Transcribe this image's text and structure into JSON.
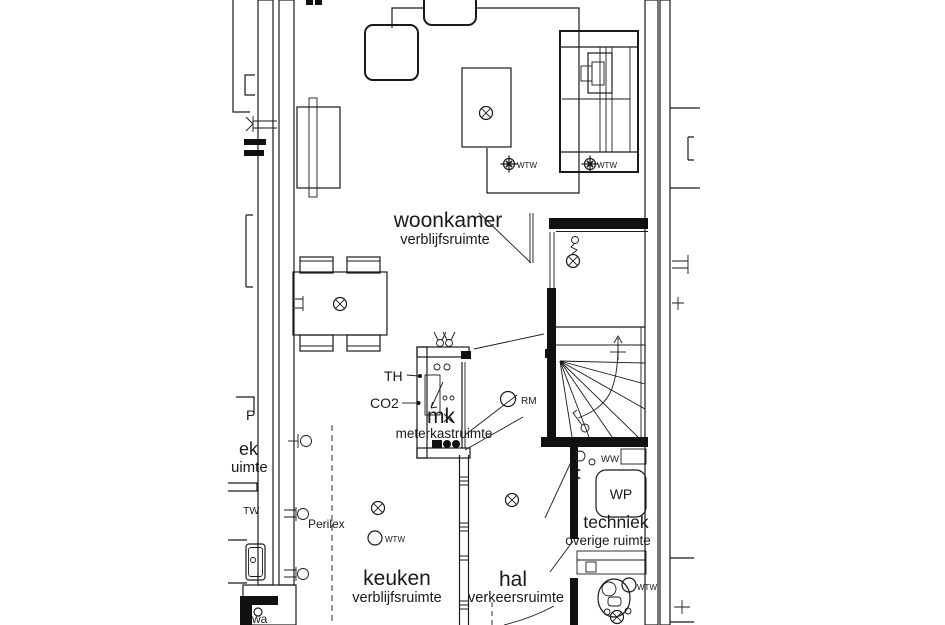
{
  "drawing": {
    "kind": "residential floor plan (Dutch)",
    "colors": {
      "line": "#1a1a1a",
      "background": "#ffffff",
      "wall_fill": "#111111"
    },
    "rooms": [
      {
        "id": "woonkamer",
        "name": "woonkamer",
        "category": "verblijfsruimte"
      },
      {
        "id": "keuken",
        "name": "keuken",
        "category": "verblijfsruimte"
      },
      {
        "id": "hal",
        "name": "hal",
        "category": "verkeersruimte"
      },
      {
        "id": "techniek",
        "name": "techniek",
        "category": "overige ruimte"
      },
      {
        "id": "meterkast",
        "name": "mk",
        "category": "meterkastruimte"
      }
    ],
    "annotations": {
      "th": "TH",
      "co2": "CO2",
      "rm": "RM",
      "wp": "WP",
      "ww": "WW",
      "perilex": "Perilex",
      "wtw": "WTW",
      "tw_partial": "TW",
      "p_partial": "P",
      "neighbor_room_partial": "ek",
      "neighbor_category_partial": "uimte",
      "wa_partial": "wa"
    },
    "symbols": [
      "ceiling-light",
      "wtw-ventilation-valve",
      "smoke-detector",
      "pull-cord-light",
      "wall-socket",
      "perilex-socket",
      "stair-winder",
      "heat-pump-unit",
      "mechanical-ventilation-unit"
    ]
  }
}
